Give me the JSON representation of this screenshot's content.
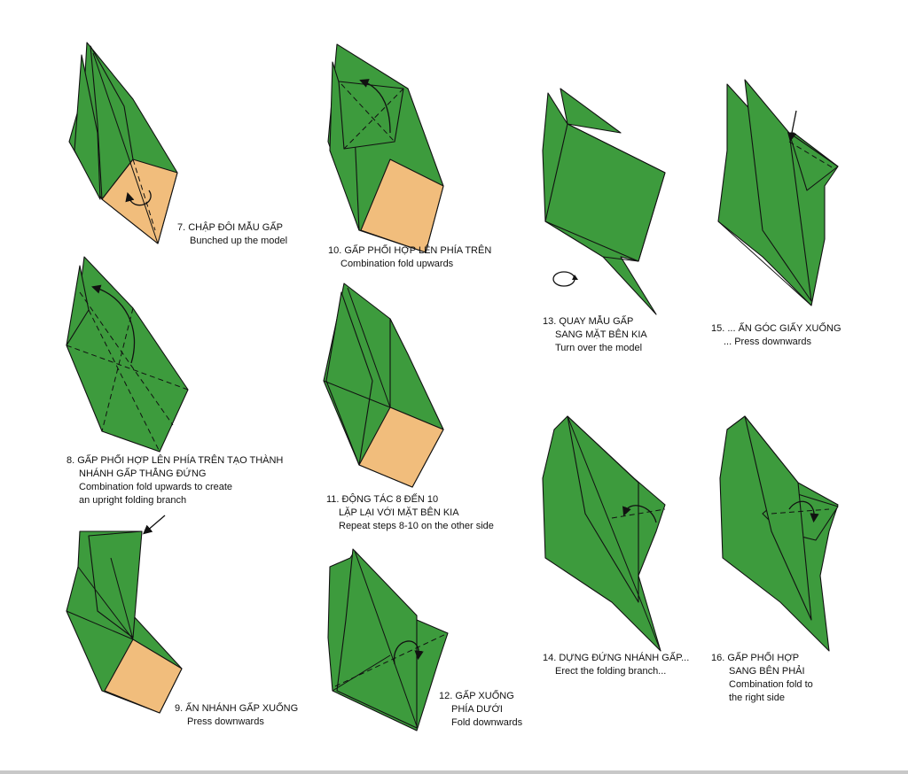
{
  "colors": {
    "paper_green": "#3d9b3d",
    "paper_back": "#f1bd7c",
    "outline": "#111111"
  },
  "steps": [
    {
      "number": "7",
      "vi": [
        "7. CHẬP ĐÔI MẪU GẤP"
      ],
      "en": [
        "Bunched up the model"
      ]
    },
    {
      "number": "8",
      "vi": [
        "8. GẤP PHỐI HỢP LÊN PHÍA TRÊN TẠO THÀNH",
        "NHÁNH GẤP THẲNG ĐỨNG"
      ],
      "en": [
        "Combination fold upwards to create",
        "an upright folding branch"
      ]
    },
    {
      "number": "9",
      "vi": [
        "9. ẤN NHÁNH GẤP XUỐNG"
      ],
      "en": [
        "Press downwards"
      ]
    },
    {
      "number": "10",
      "vi": [
        "10. GẤP PHỐI HỢP LÊN PHÍA TRÊN"
      ],
      "en": [
        "Combination fold upwards"
      ]
    },
    {
      "number": "11",
      "vi": [
        "11. ĐỘNG TÁC 8 ĐẾN 10",
        "LẶP LẠI VỚI MẶT BÊN KIA"
      ],
      "en": [
        "Repeat steps 8-10 on the other side"
      ]
    },
    {
      "number": "12",
      "vi": [
        "12. GẤP XUỐNG",
        "PHÍA DƯỚI"
      ],
      "en": [
        "Fold downwards"
      ]
    },
    {
      "number": "13",
      "vi": [
        "13. QUAY MẪU GẤP",
        "SANG MẶT BÊN KIA"
      ],
      "en": [
        "Turn over the model"
      ]
    },
    {
      "number": "15",
      "vi": [
        "15. ... ẤN GÓC GIẤY XUỐNG"
      ],
      "en": [
        "... Press downwards"
      ]
    },
    {
      "number": "14",
      "vi": [
        "14. DỰNG ĐỨNG NHÁNH GẤP..."
      ],
      "en": [
        "Erect the folding branch..."
      ]
    },
    {
      "number": "16",
      "vi": [
        "16. GẤP PHỐI HỢP",
        "SANG BÊN PHẢI"
      ],
      "en": [
        "Combination fold to",
        "the right side"
      ]
    }
  ]
}
